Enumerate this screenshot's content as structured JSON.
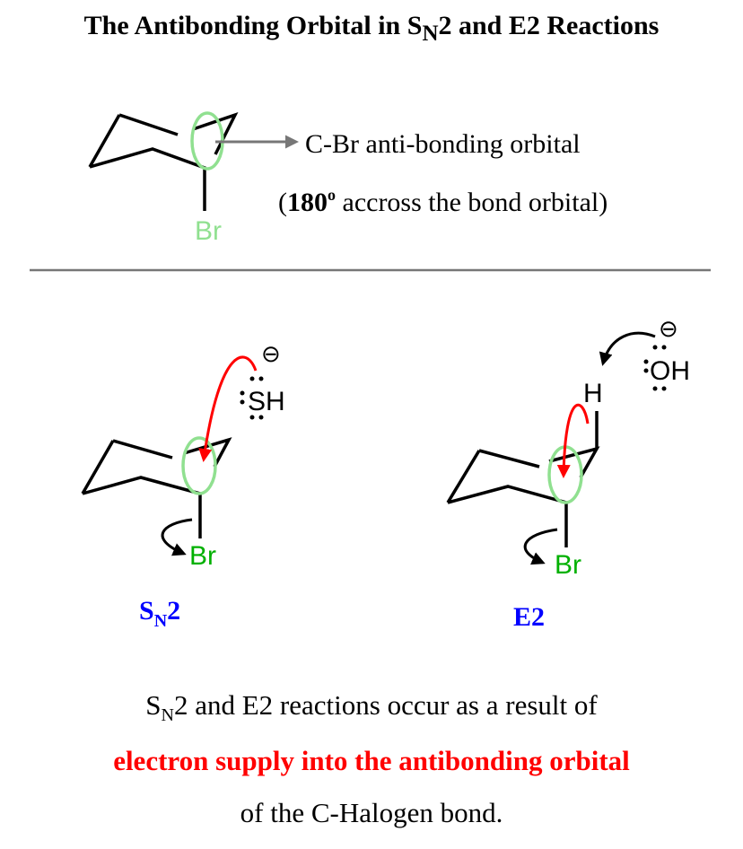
{
  "title": {
    "pre": "The Antibonding Orbital in S",
    "sub": "N",
    "post": "2 and E2 Reactions"
  },
  "top": {
    "br": "Br",
    "orbital_label": "C-Br anti-bonding orbital",
    "paren_open": "(",
    "angle": "180",
    "deg": "o",
    "paren_rest": " accross the bond orbital)"
  },
  "sn2": {
    "nucleophile": "SH",
    "charge": "⊖",
    "br": "Br",
    "label_pre": "S",
    "label_sub": "N",
    "label_post": "2"
  },
  "e2": {
    "base": "OH",
    "h": "H",
    "charge": "⊖",
    "br": "Br",
    "label": "E2"
  },
  "footer": {
    "l1_pre": "S",
    "l1_sub": "N",
    "l1_post": "2 and E2 reactions occur as a result of",
    "l2": "electron supply into the antibonding orbital",
    "l3": "of the C-Halogen bond."
  },
  "colors": {
    "orbital": "#90e090",
    "bromine": "#00b000",
    "arrow": "#ff0000",
    "label": "#0000ff"
  }
}
